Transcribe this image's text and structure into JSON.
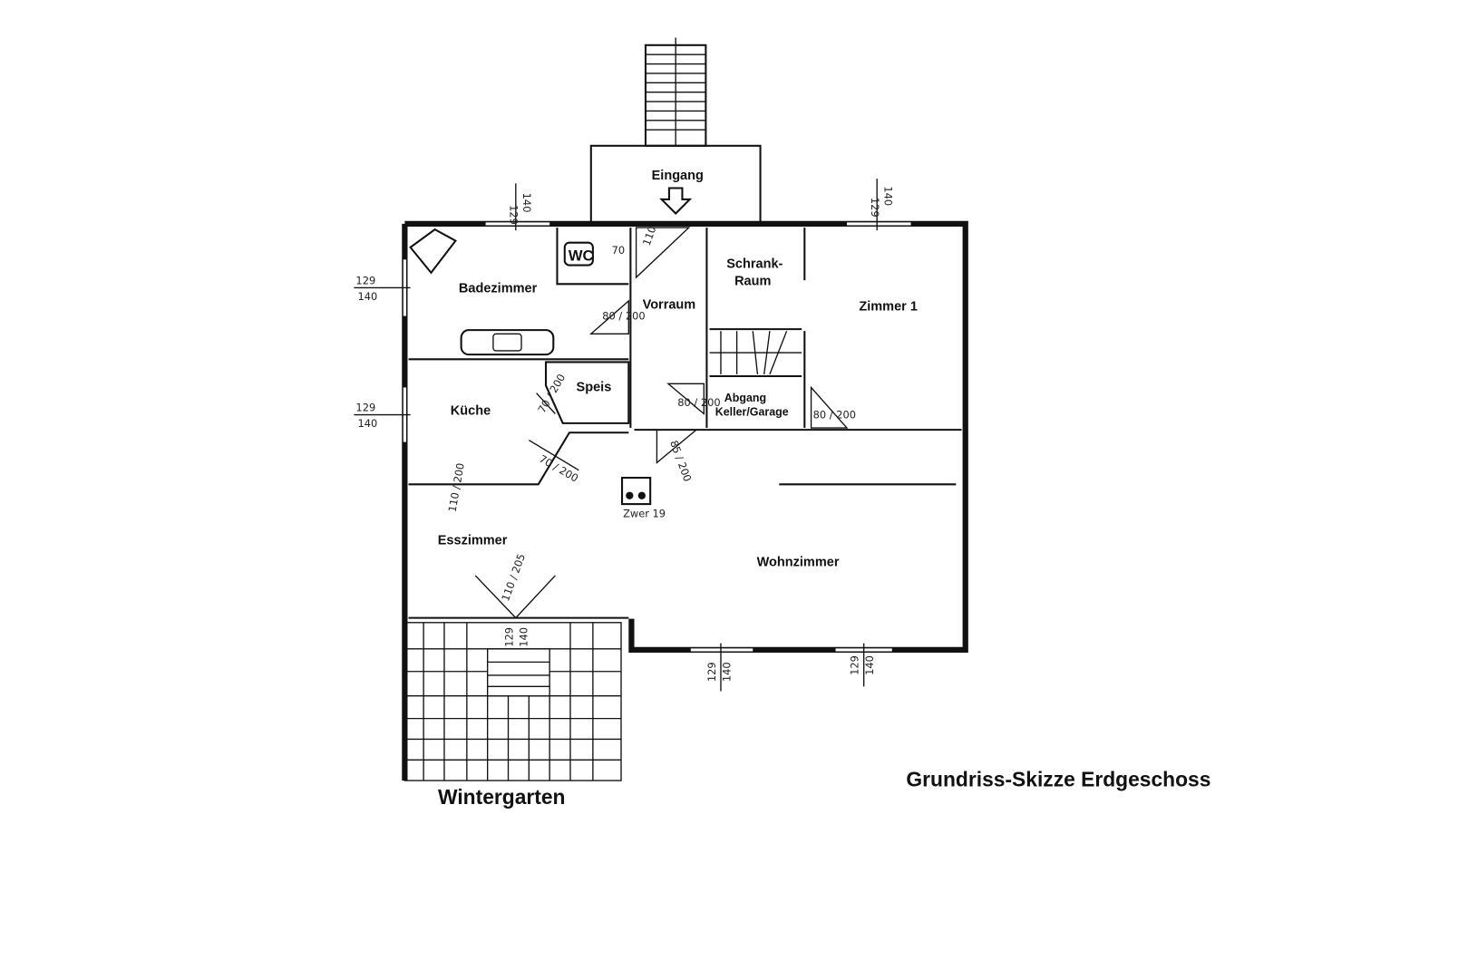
{
  "title": "Grundriss-Skizze Erdgeschoss",
  "rooms": {
    "eingang": "Eingang",
    "badezimmer": "Badezimmer",
    "wc": "WC",
    "vorraum": "Vorraum",
    "schrank_line1": "Schrank-",
    "schrank_line2": "Raum",
    "zimmer1": "Zimmer 1",
    "speis": "Speis",
    "kueche": "Küche",
    "abgang_line1": "Abgang",
    "abgang_line2": "Keller/Garage",
    "esszimmer": "Esszimmer",
    "wohnzimmer": "Wohnzimmer",
    "wintergarten": "Wintergarten"
  },
  "window_dims": {
    "height": "129",
    "width": "140"
  },
  "door_dims": {
    "wc": "70",
    "vorraum_top": "110",
    "bad": "80 / 200",
    "keller": "80 / 200",
    "abgang": "80 / 200",
    "speis": "70 / 200",
    "kueche": "70 / 200",
    "wohn": "85 / 200",
    "ess": "110 / 200",
    "terrasse": "110 / 205"
  },
  "notes": {
    "kamin": "Zwer 19"
  },
  "colors": {
    "ink": "#111111",
    "paper": "#ffffff"
  }
}
